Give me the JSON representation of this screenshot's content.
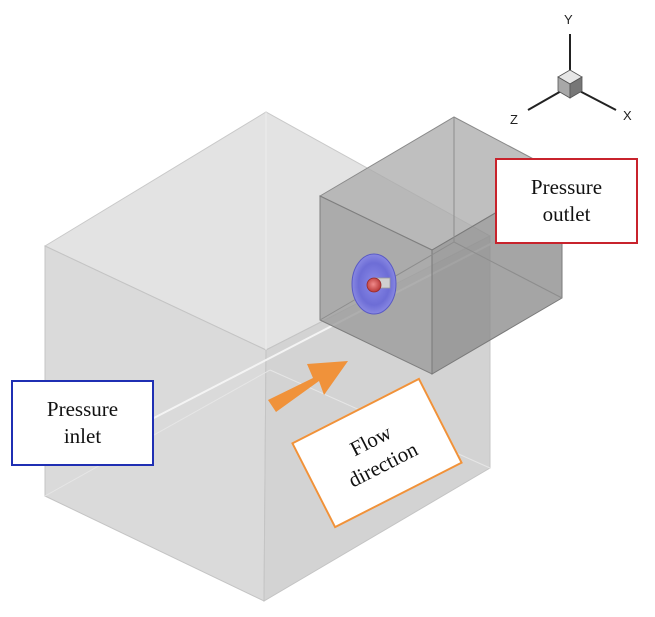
{
  "labels": {
    "pressure_inlet": [
      "Pressure",
      "inlet"
    ],
    "pressure_outlet": [
      "Pressure",
      "outlet"
    ],
    "flow_direction": [
      "Flow",
      "direction"
    ]
  },
  "axes": {
    "x": "X",
    "y": "Y",
    "z": "Z"
  },
  "colors": {
    "inlet_border": "#1f2fb3",
    "outlet_border": "#c8232c",
    "flow_border": "#f0923a",
    "arrow": "#f0923a",
    "domain_face": "#d9d9d9",
    "outlet_box": "#9a9a9a",
    "disc": "#6f6fd8",
    "core": "#d04848"
  }
}
